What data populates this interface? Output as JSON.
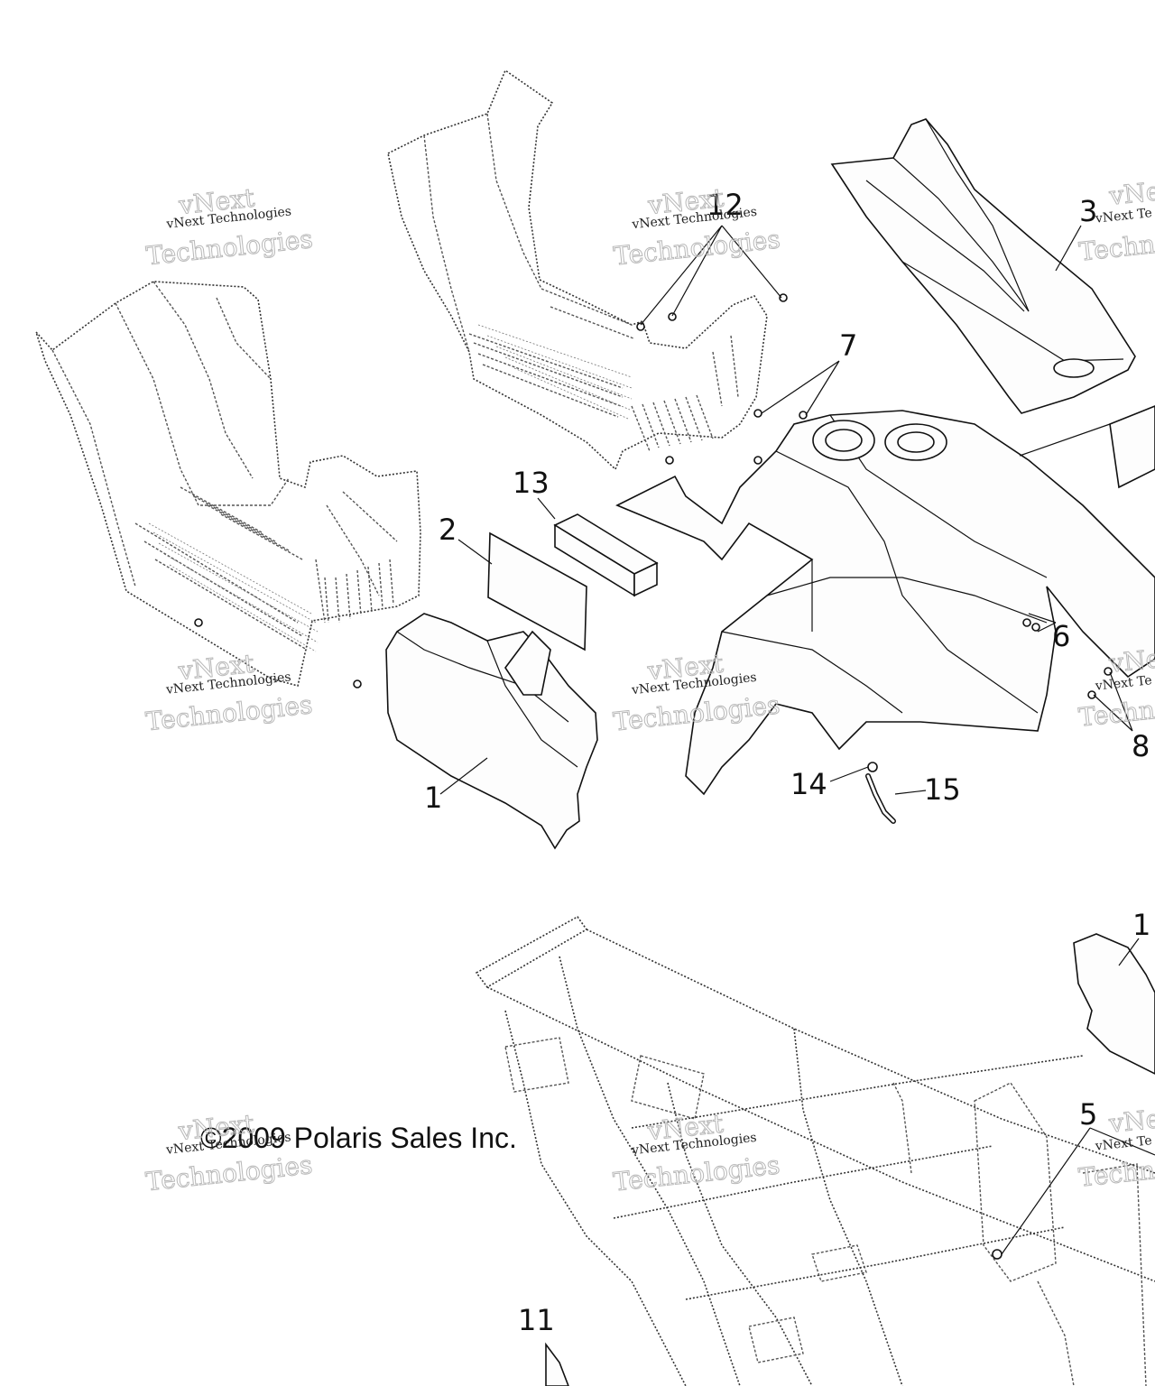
{
  "callouts": {
    "c1": "1",
    "c2": "2",
    "c3": "3",
    "c5": "5",
    "c6": "6",
    "c7": "7",
    "c8": "8",
    "c11": "11",
    "c12": "12",
    "c13": "13",
    "c14": "14",
    "c15": "15",
    "c1b": "1"
  },
  "copyright": "©2009 Polaris Sales Inc.",
  "watermark": {
    "small": "vNext Technologies",
    "large_top": "vNext",
    "large_bottom": "Technologies"
  },
  "watermark_partial": {
    "small": "vNext Te",
    "large_top": "vNe",
    "large_bottom": "Techn"
  }
}
